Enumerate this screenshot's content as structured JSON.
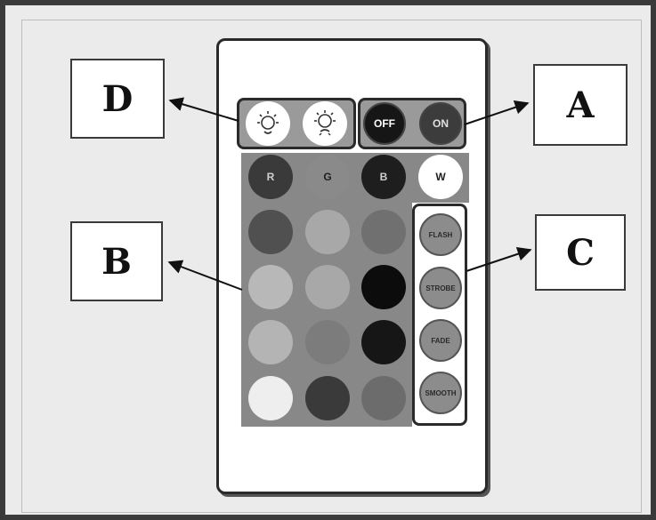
{
  "callouts": {
    "a": "A",
    "b": "B",
    "c": "C",
    "d": "D"
  },
  "power": {
    "off_label": "OFF",
    "on_label": "ON"
  },
  "brightness": {
    "up_icon": "bulb-bright-icon",
    "down_icon": "bulb-dim-icon"
  },
  "color_keys": {
    "r_label": "R",
    "g_label": "G",
    "b_label": "B",
    "w_label": "W"
  },
  "effects": {
    "flash_label": "FLASH",
    "strobe_label": "STROBE",
    "fade_label": "FADE",
    "smooth_label": "SMOOTH"
  },
  "colors": {
    "background": "#ebebeb",
    "remote_body": "#ffffff",
    "outline": "#2a2a2a",
    "key_panel": "#888888"
  }
}
